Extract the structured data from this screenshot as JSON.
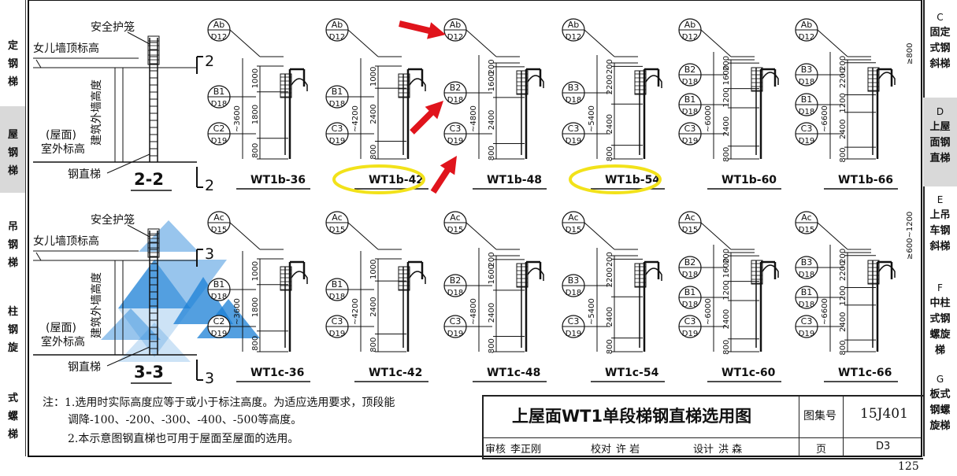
{
  "section_2_2": {
    "label": "2-2",
    "cut_top": "2",
    "cut_bottom": "2",
    "labels": {
      "safety_cage": "安全护笼",
      "parapet_top": "女儿墙顶标高",
      "wall_height": "建筑外墙高度",
      "roof_label": "(屋面)",
      "outdoor_level": "室外标高",
      "ladder": "钢直梯"
    }
  },
  "section_3_3": {
    "label": "3-3",
    "cut_top": "3",
    "cut_bottom": "3",
    "labels": {
      "safety_cage": "安全护笼",
      "parapet_top": "女儿墙顶标高",
      "wall_height": "建筑外墙高度",
      "roof_label": "(屋面)",
      "outdoor_level": "室外标高",
      "ladder": "钢直梯"
    }
  },
  "row_b": [
    {
      "name": "WT1b-36",
      "total": "~3600",
      "dims": [
        "800",
        "1800",
        "1000"
      ],
      "top": "Ab",
      "top_d": "D12",
      "callouts": [
        {
          "c": "B1",
          "d": "D18"
        },
        {
          "c": "C2",
          "d": "D19"
        }
      ]
    },
    {
      "name": "WT1b-42",
      "total": "~4200",
      "dims": [
        "800",
        "2400",
        "1000"
      ],
      "top": "Ab",
      "top_d": "D12",
      "callouts": [
        {
          "c": "B1",
          "d": "D18"
        },
        {
          "c": "C3",
          "d": "D19"
        }
      ]
    },
    {
      "name": "WT1b-48",
      "total": "~4800",
      "dims": [
        "800",
        "2400",
        "1600",
        "200"
      ],
      "top": "Ab",
      "top_d": "D12",
      "callouts": [
        {
          "c": "B2",
          "d": "D18"
        },
        {
          "c": "C3",
          "d": "D19"
        }
      ]
    },
    {
      "name": "WT1b-54",
      "total": "~5400",
      "dims": [
        "800",
        "2400",
        "2200",
        "200"
      ],
      "top": "Ab",
      "top_d": "D12",
      "callouts": [
        {
          "c": "B3",
          "d": "D18"
        },
        {
          "c": "C3",
          "d": "D19"
        }
      ]
    },
    {
      "name": "WT1b-60",
      "total": "~6000",
      "dims": [
        "800",
        "2400",
        "1200",
        "1600",
        "200"
      ],
      "top": "Ab",
      "top_d": "D12",
      "callouts": [
        {
          "c": "B2",
          "d": "D18"
        },
        {
          "c": "B1",
          "d": "D18"
        },
        {
          "c": "C3",
          "d": "D19"
        }
      ]
    },
    {
      "name": "WT1b-66",
      "total": "~6600",
      "dims": [
        "800",
        "2400",
        "1200",
        "2200",
        "200"
      ],
      "top": "Ab",
      "top_d": "D12",
      "callouts": [
        {
          "c": "B3",
          "d": "D18"
        },
        {
          "c": "B1",
          "d": "D18"
        },
        {
          "c": "C3",
          "d": "D19"
        }
      ]
    }
  ],
  "row_c": [
    {
      "name": "WT1c-36",
      "total": "~3600",
      "dims": [
        "800",
        "1800",
        "1000"
      ],
      "top": "Ac",
      "top_d": "D15",
      "callouts": [
        {
          "c": "B1",
          "d": "D18"
        },
        {
          "c": "C2",
          "d": "D19"
        }
      ]
    },
    {
      "name": "WT1c-42",
      "total": "~4200",
      "dims": [
        "800",
        "2400",
        "1000"
      ],
      "top": "Ac",
      "top_d": "D15",
      "callouts": [
        {
          "c": "B1",
          "d": "D18"
        },
        {
          "c": "C3",
          "d": "D19"
        }
      ]
    },
    {
      "name": "WT1c-48",
      "total": "~4800",
      "dims": [
        "800",
        "2400",
        "1600",
        "200"
      ],
      "top": "Ac",
      "top_d": "D15",
      "callouts": [
        {
          "c": "B2",
          "d": "D18"
        },
        {
          "c": "C3",
          "d": "D19"
        }
      ]
    },
    {
      "name": "WT1c-54",
      "total": "~5400",
      "dims": [
        "800",
        "2400",
        "2200",
        "200"
      ],
      "top": "Ac",
      "top_d": "D15",
      "callouts": [
        {
          "c": "B3",
          "d": "D18"
        },
        {
          "c": "C3",
          "d": "D19"
        }
      ]
    },
    {
      "name": "WT1c-60",
      "total": "~6000",
      "dims": [
        "800",
        "2400",
        "1200",
        "1600",
        "200"
      ],
      "top": "Ac",
      "top_d": "D15",
      "callouts": [
        {
          "c": "B2",
          "d": "D18"
        },
        {
          "c": "B1",
          "d": "D18"
        },
        {
          "c": "C3",
          "d": "D19"
        }
      ]
    },
    {
      "name": "WT1c-66",
      "total": "~6600",
      "dims": [
        "800",
        "2400",
        "1200",
        "2200",
        "200"
      ],
      "top": "Ac",
      "top_d": "D15",
      "callouts": [
        {
          "c": "B3",
          "d": "D18"
        },
        {
          "c": "B1",
          "d": "D18"
        },
        {
          "c": "C3",
          "d": "D19"
        }
      ]
    }
  ],
  "top_right_dim_b": "≥800",
  "top_right_dim_c": "≥600~1200",
  "notes": {
    "n1_line1": "注：1.选用时实际高度应等于或小于标注高度。为适应选用要求，顶段能",
    "n1_line2": "调降-100、-200、-300、-400、-500等高度。",
    "n2": "2.本示意图钢直梯也可用于屋面至屋面的选用。"
  },
  "title_block": {
    "title": "上屋面WT1单段梯钢直梯选用图",
    "atlas_label": "图集号",
    "atlas_no": "15J401",
    "review_label": "审核",
    "review_name": "李正刚",
    "check_label": "校对",
    "check_name": "许 岩",
    "design_label": "设计",
    "design_name": "洪 森",
    "page_label": "页",
    "page_no": "D3"
  },
  "page_number": "125",
  "side_tabs": [
    {
      "letter": "C",
      "lines": [
        "固定",
        "式钢",
        "斜梯"
      ],
      "active": false
    },
    {
      "letter": "D",
      "lines": [
        "上屋",
        "面钢",
        "直梯"
      ],
      "active": true
    },
    {
      "letter": "E",
      "lines": [
        "上吊",
        "车钢",
        "斜梯"
      ],
      "active": false
    },
    {
      "letter": "F",
      "lines": [
        "中柱",
        "式钢",
        "螺旋",
        "梯"
      ],
      "active": false
    },
    {
      "letter": "G",
      "lines": [
        "板式",
        "钢螺",
        "旋梯"
      ],
      "active": false
    }
  ],
  "left_tabs": [
    {
      "text": [
        "定",
        "钢",
        "梯"
      ]
    },
    {
      "text": [
        "屋",
        "钢",
        "梯"
      ]
    },
    {
      "text": [
        "吊",
        "钢",
        "梯"
      ]
    },
    {
      "text": [
        "柱",
        "钢",
        "旋"
      ]
    },
    {
      "text": [
        "式",
        "螺",
        "梯"
      ]
    }
  ],
  "colors": {
    "highlight_ellipse": "#f2e21a",
    "annotation_arrow": "#e0141c",
    "watermark_blue": "#1a7fd6",
    "active_tab_bg": "#d9d9d9"
  }
}
